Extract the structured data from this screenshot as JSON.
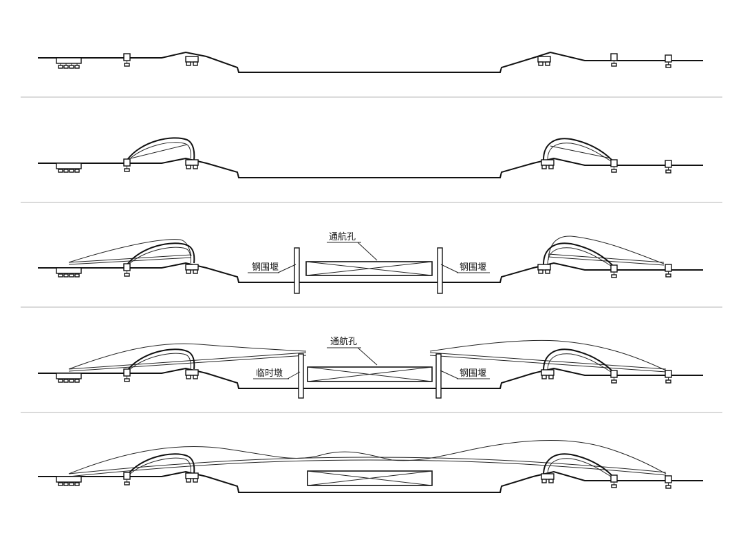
{
  "title": "",
  "stages": [
    {
      "id": "stage-1",
      "annotations": []
    },
    {
      "id": "stage-2",
      "annotations": []
    },
    {
      "id": "stage-3",
      "annotations": {
        "nav_channel": "通航孔",
        "left_cofferdam": "钢围堰",
        "right_cofferdam": "钢围堰"
      }
    },
    {
      "id": "stage-4",
      "annotations": {
        "nav_channel": "通航孔",
        "left_temp_pier": "临时墩",
        "right_cofferdam": "钢围堰"
      }
    },
    {
      "id": "stage-5",
      "annotations": []
    }
  ],
  "colors": {
    "line": "#111111",
    "separator": "#b5b5b5",
    "background": "#ffffff"
  }
}
